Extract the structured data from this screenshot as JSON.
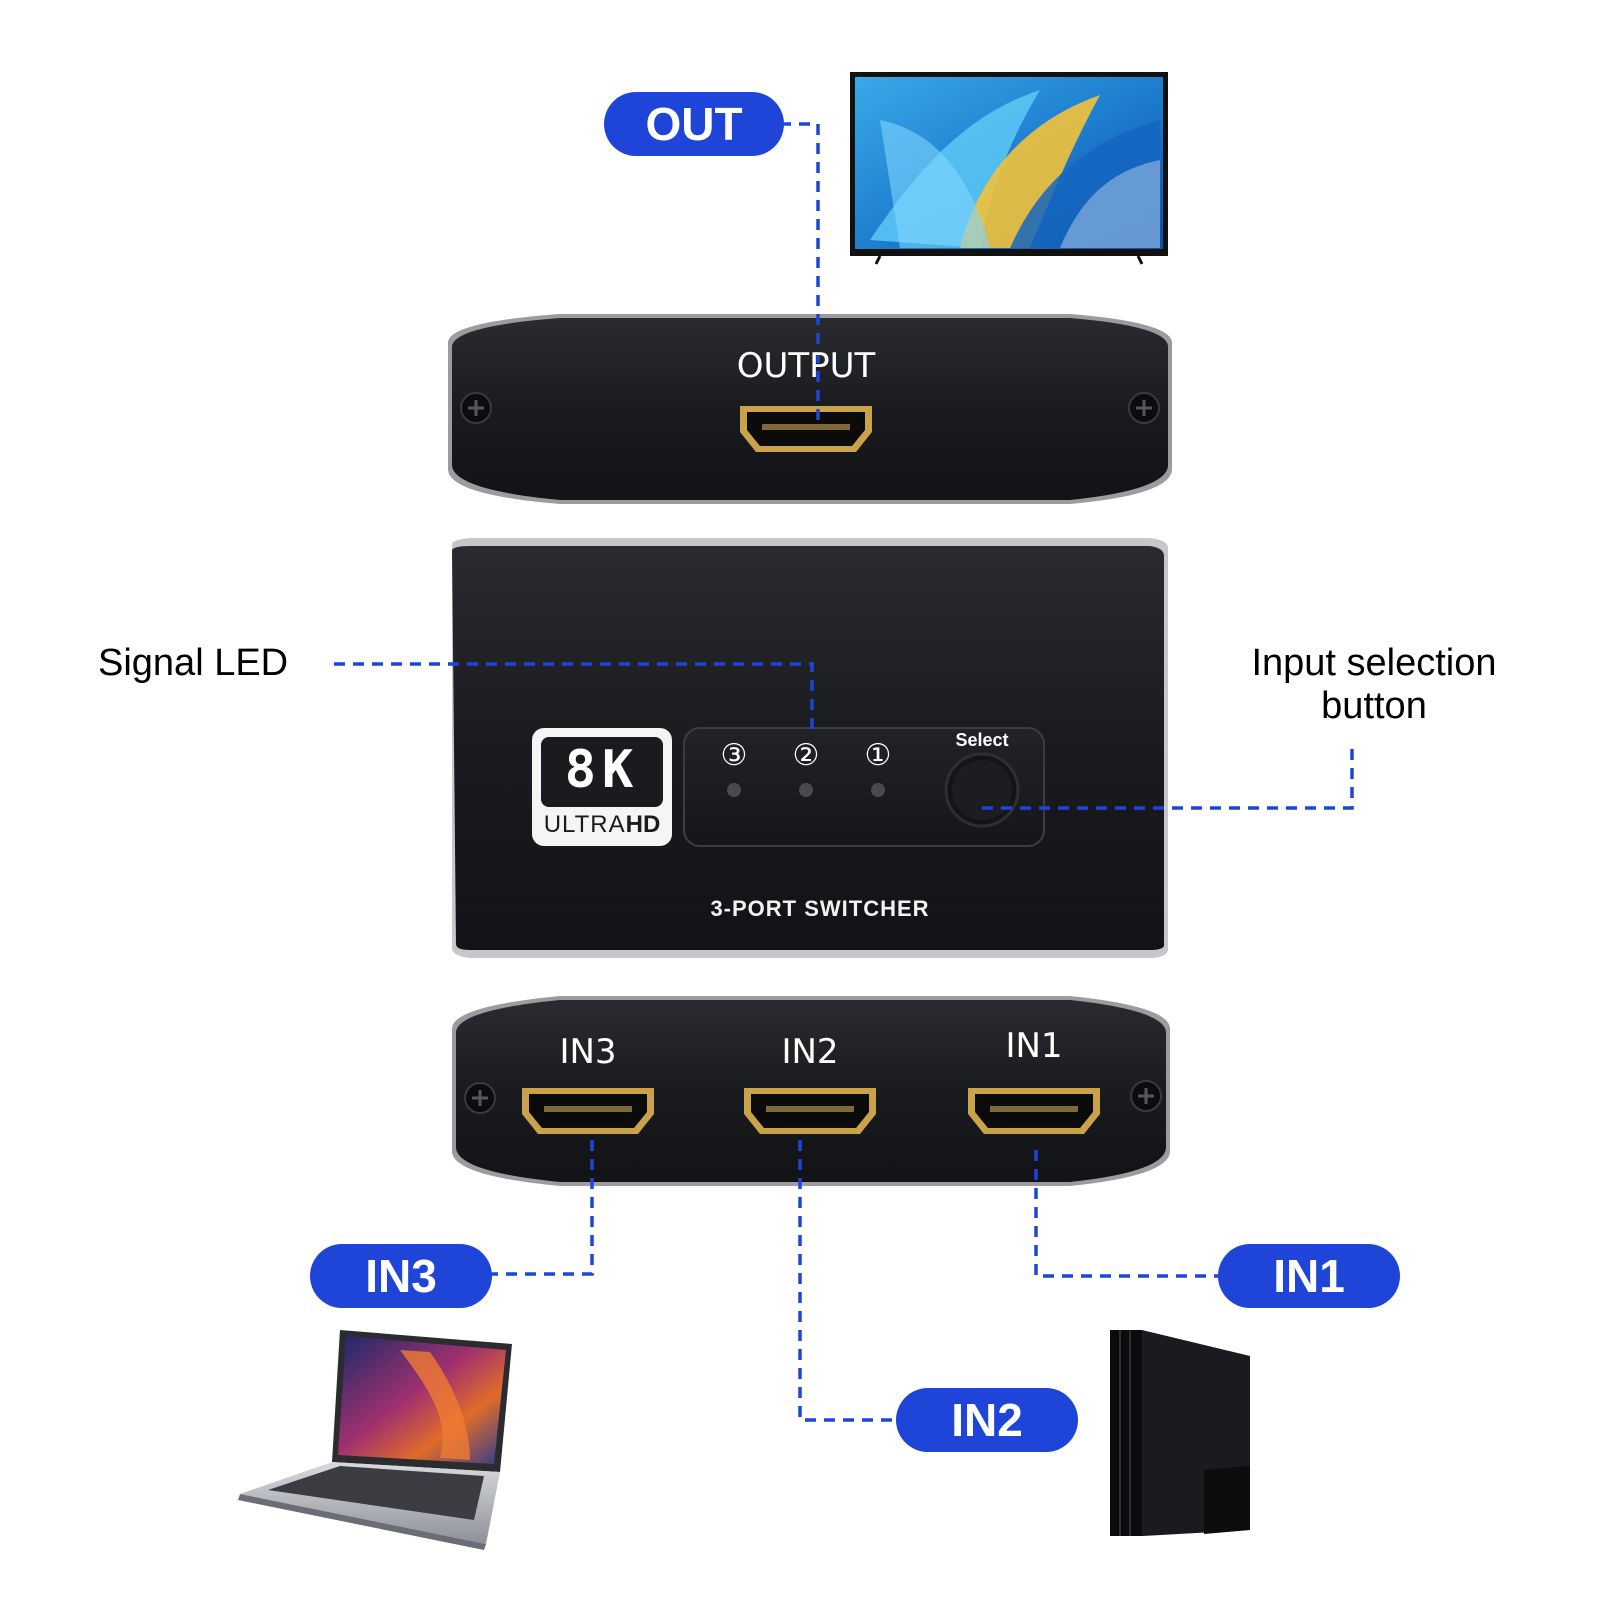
{
  "callouts": {
    "out": "OUT",
    "in1": "IN1",
    "in2": "IN2",
    "in3": "IN3",
    "signal_led": "Signal LED",
    "input_selection_line1": "Input selection",
    "input_selection_line2": "button"
  },
  "device": {
    "output_label": "OUTPUT",
    "input_labels": {
      "in3": "IN3",
      "in2": "IN2",
      "in1": "IN1"
    },
    "badge_main": "8K",
    "badge_sub_thin": "ULTRA",
    "badge_sub_bold": "HD",
    "led_numbers": [
      "③",
      "②",
      "①"
    ],
    "select_label": "Select",
    "model_text": "3-PORT SWITCHER"
  },
  "colors": {
    "accent_blue": "#1e45d8",
    "device_body": "#1c1d20",
    "hdmi_gold": "#caa24a"
  },
  "icons": [
    "tv-icon",
    "laptop-icon",
    "game-console-icon",
    "hdmi-port-icon",
    "screw-icon"
  ]
}
